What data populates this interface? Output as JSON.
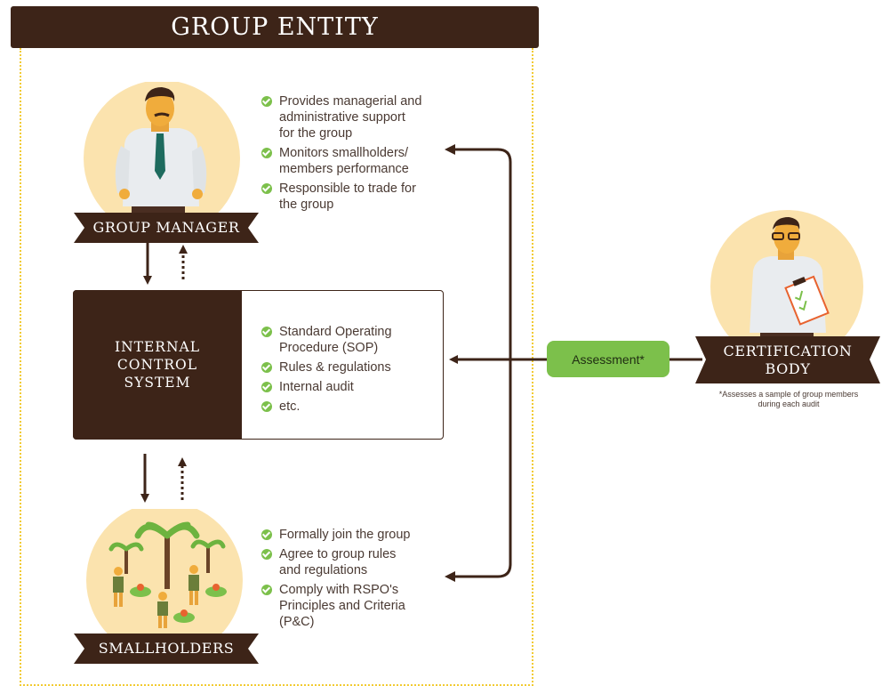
{
  "header": {
    "title": "GROUP ENTITY"
  },
  "group_manager": {
    "label": "GROUP MANAGER",
    "items": [
      [
        "Provides managerial and",
        "administrative support",
        "for the group"
      ],
      [
        "Monitors smallholders/",
        "members performance"
      ],
      [
        "Responsible to trade for",
        "the group"
      ]
    ]
  },
  "ics": {
    "label": [
      "INTERNAL",
      "CONTROL",
      "SYSTEM"
    ],
    "items": [
      [
        "Standard Operating",
        "Procedure (SOP)"
      ],
      [
        "Rules & regulations"
      ],
      [
        "Internal audit"
      ],
      [
        "etc."
      ]
    ]
  },
  "smallholders": {
    "label": "SMALLHOLDERS",
    "items": [
      [
        "Formally join the group"
      ],
      [
        "Agree to group rules",
        "and regulations"
      ],
      [
        "Comply with RSPO's",
        "Principles and Criteria",
        "(P&C)"
      ]
    ]
  },
  "assessment": {
    "label": "Assessment*"
  },
  "certification_body": {
    "label": [
      "CERTIFICATION",
      "BODY"
    ],
    "note": [
      "*Assesses a sample of group members",
      "during each audit"
    ]
  },
  "colors": {
    "brown": "#3d2418",
    "green": "#7cc04b",
    "yellow": "#f2cb34",
    "cream": "#fbe3ae"
  },
  "icons": [
    "group-manager-illustration",
    "smallholders-illustration",
    "auditor-illustration",
    "check-icon"
  ]
}
